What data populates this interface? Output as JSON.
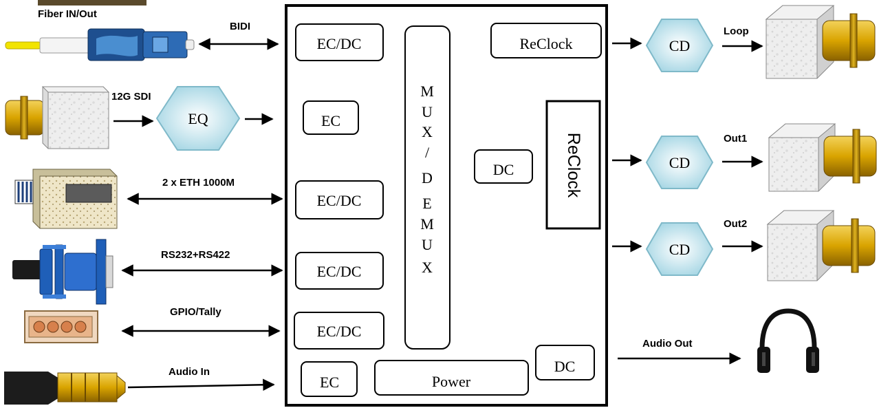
{
  "inputs": {
    "fiber": {
      "title": "Fiber IN/Out",
      "link": "BIDI"
    },
    "sdi": {
      "link": "12G SDI",
      "eq": "EQ"
    },
    "eth": {
      "link": "2 x ETH 1000M"
    },
    "serial": {
      "link": "RS232+RS422"
    },
    "gpio": {
      "link": "GPIO/Tally"
    },
    "audio": {
      "link": "Audio In"
    }
  },
  "core": {
    "ecdc_1": "EC/DC",
    "ec_1": "EC",
    "ecdc_2": "EC/DC",
    "ecdc_3": "EC/DC",
    "ecdc_4": "EC/DC",
    "ec_2": "EC",
    "mux_letters": [
      "M",
      "U",
      "X",
      "/",
      "D",
      "E",
      "M",
      "U",
      "X"
    ],
    "reclock_top": "ReClock",
    "dc_mid": "DC",
    "reclock_vertical": "ReClock",
    "power": "Power",
    "dc_bottom": "DC"
  },
  "outputs": {
    "loop": {
      "cd": "CD",
      "label": "Loop"
    },
    "out1": {
      "cd": "CD",
      "label": "Out1"
    },
    "out2": {
      "cd": "CD",
      "label": "Out2"
    },
    "audio": {
      "label": "Audio Out"
    }
  },
  "colors": {
    "hexagon_fill": "#bfe4ee",
    "bnc_gold": "#d9a400",
    "cube_face": "#e8e8e8",
    "fiber_blue": "#1e4f8f",
    "serial_blue": "#1f5fb8"
  }
}
